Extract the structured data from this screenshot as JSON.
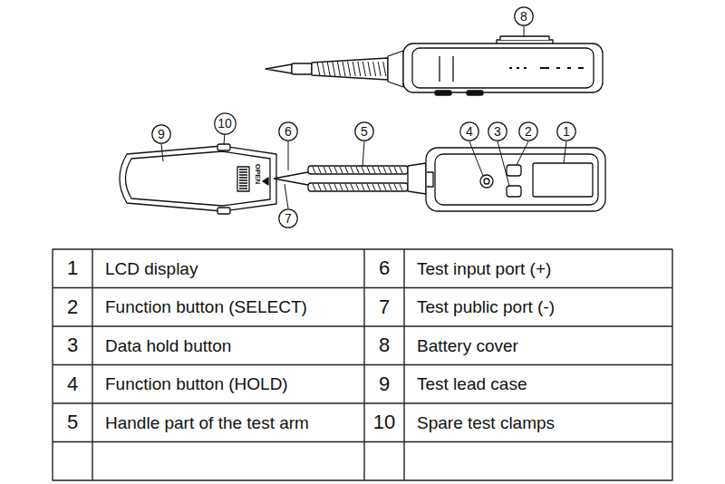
{
  "diagram": {
    "nodes": [
      {
        "text": [
          "8"
        ]
      },
      {
        "text": [
          "10"
        ]
      },
      {
        "text": [
          "9"
        ]
      },
      {
        "text": [
          "6"
        ]
      },
      {
        "text": [
          "5"
        ]
      },
      {
        "text": [
          "4"
        ]
      },
      {
        "text": [
          "3"
        ]
      },
      {
        "text": [
          "2"
        ]
      },
      {
        "text": [
          "1"
        ]
      },
      {
        "text": [
          "7"
        ]
      }
    ],
    "labels": [
      "OPEN",
      "1",
      "LCD display",
      "6",
      "Test input port (+)",
      "2",
      "Function button (SELECT)",
      "7",
      "Test public port (-)",
      "3",
      "Data hold button",
      "8",
      "Battery cover",
      "4",
      "Function button (HOLD)",
      "9",
      "Test lead case",
      "5",
      "Handle part of the test arm",
      "10",
      "Spare test clamps"
    ]
  }
}
